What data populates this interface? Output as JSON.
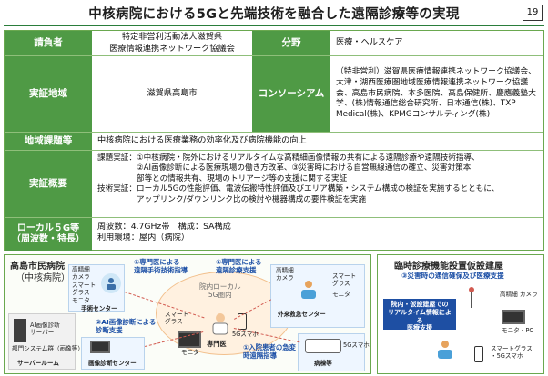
{
  "title": "中核病院における5Gと先端技術を融合した遠隔診療等の実現",
  "page_number": "19",
  "table": {
    "applicant_label": "請負者",
    "applicant_value": "特定非営利活動法人滋賀県\n医療情報連携ネットワーク協議会",
    "field_label": "分野",
    "field_value": "医療・ヘルスケア",
    "area_label": "実証地域",
    "area_value": "滋賀県高島市",
    "consortium_label": "コンソーシアム",
    "consortium_value": "（特非営利）滋賀県医療情報連携ネットワーク協議会、大津・湖西医療圏地域医療情報連携ネットワーク協議会、高島市民病院、本多医院、高島保健所、慶應義塾大学、(株)情報通信総合研究所、日本通信(株)、TXP Medical(株)、KPMGコンサルティング(株)",
    "issue_label": "地域課題等",
    "issue_value": "中核病院における医療業務の効率化及び病院機能の向上",
    "summary_label": "実証概要",
    "summary_lines": [
      "課題実証：①中核病院・院外におけるリアルタイムな高精細画像情報の共有による遠隔診療や遠隔技術指導、",
      "　　　　　②AI画像診断による医療現場の働き方改革、③災害時における自営無線通信の確立、災害対策本",
      "　　　　　部等との情報共有、現場のトリアージ等の支援に関する実証",
      "技術実証：ローカル5Gの性能評価、電波伝搬特性評価及びエリア構築・システム構成の検証を実施するとともに、",
      "　　　　　アップリンク/ダウンリンク比の検討や機器構成の要件検証を実施"
    ],
    "local5g_label": "ローカル５G等\n（周波数・特長）",
    "local5g_lines": [
      "周波数：4.7GHz帯　構成：SA構成",
      "利用環境：屋内（病院）"
    ]
  },
  "diagram": {
    "hospital_name": "高島市民病院",
    "hospital_sub": "（中核病院）",
    "temp_name": "臨時診療機能設置仮設建屋",
    "network_label": "院内ローカル\n5G圏内",
    "tag1": "①専門医による\n遠隔手術技術指導",
    "tag1b": "①専門医による\n遠隔診療支援",
    "tag2": "②AI画像診断による\n診断支援",
    "tag3": "③災害時の通信確保及び医療支援",
    "tag4": "①入院患者の急変\n時遠隔指導",
    "tag5": "院内・仮設建屋での\nリアルタイム情報による\n医療支援",
    "labels": {
      "camera": "高精細\nカメラ",
      "smartglass": "スマート\nグラス",
      "monitor": "モニタ",
      "surgery": "手術センター",
      "outpatient": "外来救急センター",
      "specialist": "専門医",
      "smartphone": "5Gスマホ",
      "ai_server": "AI画像診断\nサーバー",
      "dept_system": "部門システム群（画像等）",
      "server_room": "サーバールーム",
      "image_center": "画像診断センター",
      "ward": "病棟等",
      "monitor_pc": "モニタ・PC",
      "sg_phone": "スマートグラス\n・5Gスマホ"
    }
  }
}
